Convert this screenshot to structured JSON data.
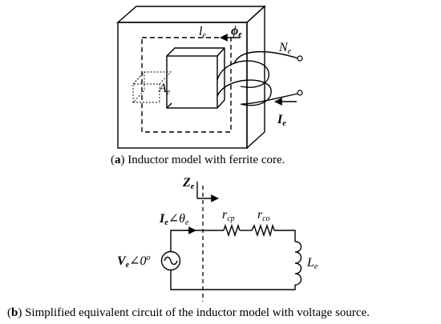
{
  "panel_a": {
    "caption_letter": "a",
    "caption_text": "Inductor model with ferrite core.",
    "labels": {
      "flux_main": "ϕ",
      "flux_sub": "e",
      "path_main": "l",
      "path_sub": "e",
      "area_main": "A",
      "area_sub": "e",
      "turns_main": "N",
      "turns_sub": "e",
      "current_main": "I",
      "current_sub": "e"
    }
  },
  "panel_b": {
    "caption_letter": "b",
    "caption_text": "Simplified equivalent circuit of the inductor model with voltage source.",
    "labels": {
      "impedance_main": "Z",
      "impedance_sub": "e",
      "current_main": "I",
      "current_sub": "e",
      "current_angle": "∠θ",
      "current_angle_sub": "e",
      "r1_main": "r",
      "r1_sub": "cp",
      "r2_main": "r",
      "r2_sub": "co",
      "inductor_main": "L",
      "inductor_sub": "e",
      "source_main": "V",
      "source_sub": "e",
      "source_angle": "∠0",
      "source_angle_sup": "o"
    }
  }
}
